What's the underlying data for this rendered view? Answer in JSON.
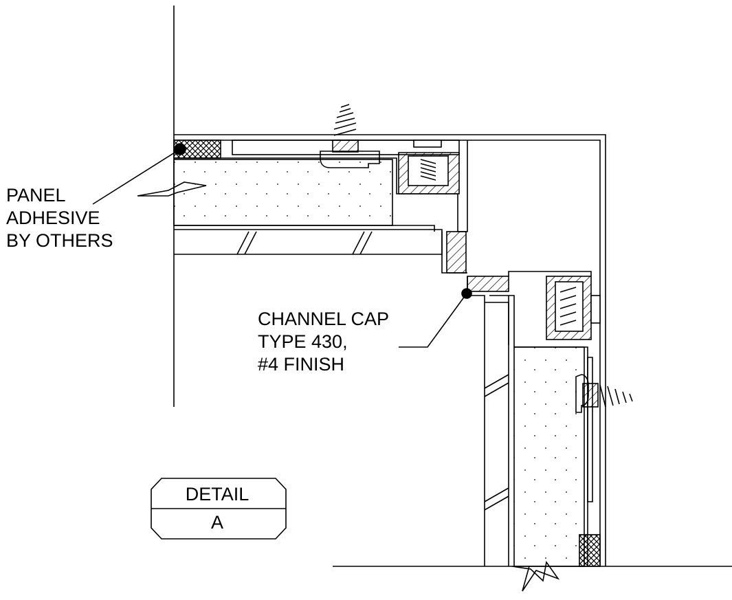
{
  "labels": {
    "panel_adhesive": [
      "PANEL",
      "ADHESIVE",
      "BY OTHERS"
    ],
    "channel_cap": [
      "CHANNEL CAP",
      "TYPE 430,",
      "#4 FINISH"
    ]
  },
  "detail_tag": {
    "title": "DETAIL",
    "ref": "A"
  },
  "colors": {
    "line": "#000000",
    "background": "#ffffff"
  }
}
